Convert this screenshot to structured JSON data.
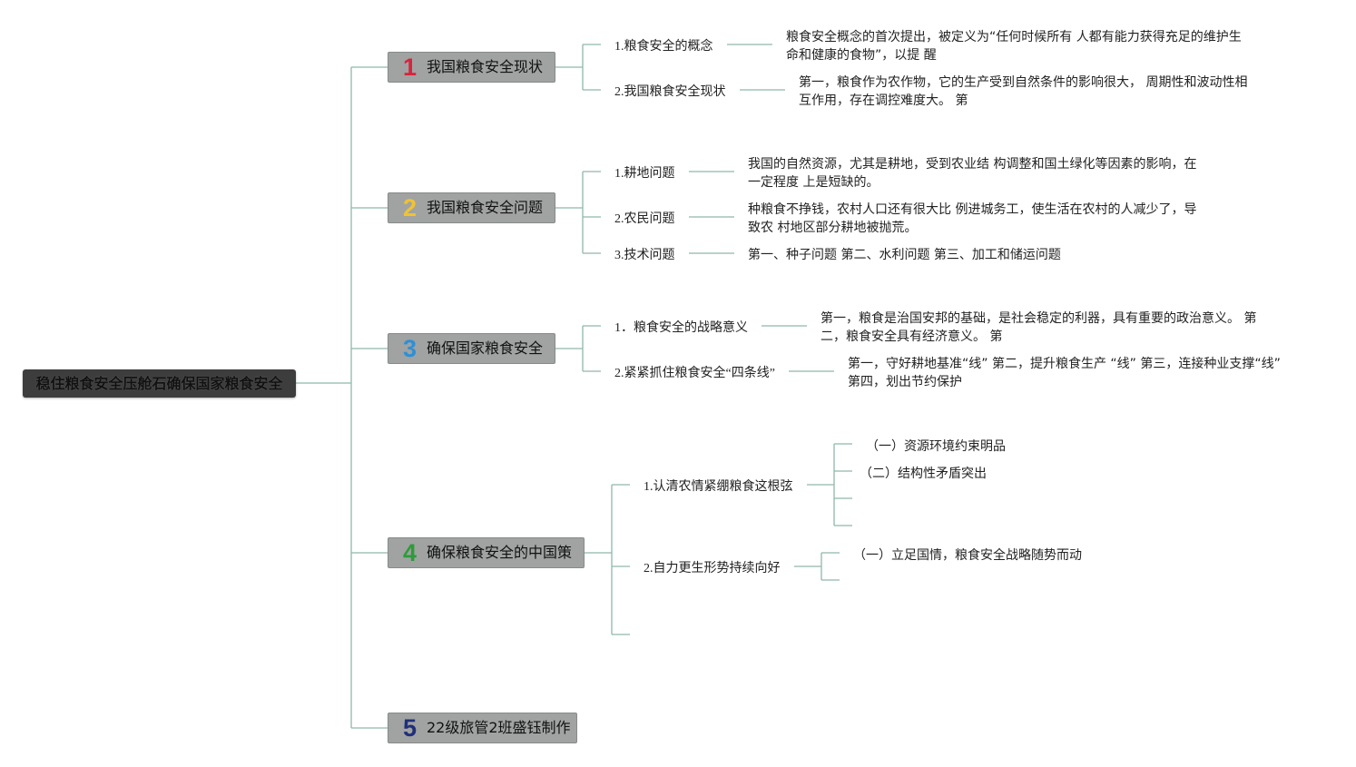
{
  "root": {
    "title": "稳住粮食安全压舱石确保国家粮食安全"
  },
  "branches": [
    {
      "num": "1",
      "num_color": "#d8233c",
      "label": "我国粮食安全现状",
      "children": [
        {
          "label": "1.粮食安全的概念",
          "desc": "粮食安全概念的首次提出，被定义为“任何时候所有 人都有能力获得充足的维护生命和健康的食物”，以提 醒"
        },
        {
          "label": "2.我国粮食安全现状",
          "desc": "第一，粮食作为农作物，它的生产受到自然条件的影响很大， 周期性和波动性相互作用，存在调控难度大。 第"
        }
      ]
    },
    {
      "num": "2",
      "num_color": "#f1c232",
      "label": "我国粮食安全问题",
      "children": [
        {
          "label": "1.耕地问题",
          "desc": "我国的自然资源，尤其是耕地，受到农业结 构调整和国土绿化等因素的影响，在一定程度 上是短缺的。"
        },
        {
          "label": "2.农民问题",
          "desc": "种粮食不挣钱，农村人口还有很大比 例进城务工，使生活在农村的人减少了，导致农 村地区部分耕地被抛荒。"
        },
        {
          "label": "3.技术问题",
          "desc": "第一、种子问题 第二、水利问题 第三、加工和储运问题"
        }
      ]
    },
    {
      "num": "3",
      "num_color": "#2f8fd5",
      "label": "确保国家粮食安全",
      "children": [
        {
          "label": "1．粮食安全的战略意义",
          "desc": "第一，粮食是治国安邦的基础，是社会稳定的利器，具有重要的政治意义。 第二，粮食安全具有经济意义。 第"
        },
        {
          "label": "2.紧紧抓住粮食安全“四条线”",
          "desc": "第一，守好耕地基准“线” 第二，提升粮食生产 “线” 第三，连接种业支撑“线” 第四，划出节约保护"
        }
      ]
    },
    {
      "num": "4",
      "num_color": "#2e9b3a",
      "label": "确保粮食安全的中国策",
      "children": [
        {
          "label": "1.认清农情紧绷粮食这根弦",
          "items": [
            "（一）资源环境约束明品",
            "（二）结构性矛盾突出"
          ]
        },
        {
          "label": "2.自力更生形势持续向好",
          "items": [
            "（一）立足国情，粮食安全战略随势而动"
          ]
        }
      ]
    },
    {
      "num": "5",
      "num_color": "#1f2f7a",
      "label": "22级旅管2班盛钰制作",
      "children": []
    }
  ]
}
